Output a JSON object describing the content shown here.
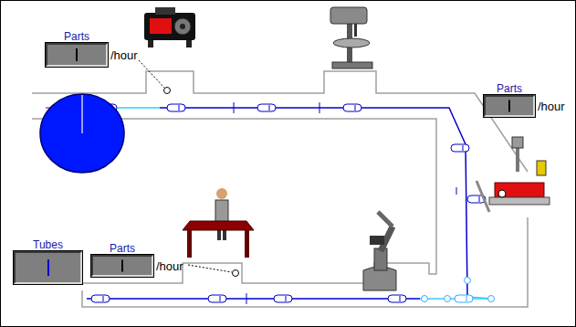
{
  "diagram": {
    "nodes": [
      {
        "text": [
          "Parts",
          "/hour"
        ]
      },
      {
        "text": [
          "Parts",
          "/hour"
        ]
      },
      {
        "text": [
          "Tubes"
        ]
      },
      {
        "text": [
          "Parts",
          "/hour"
        ]
      }
    ]
  }
}
